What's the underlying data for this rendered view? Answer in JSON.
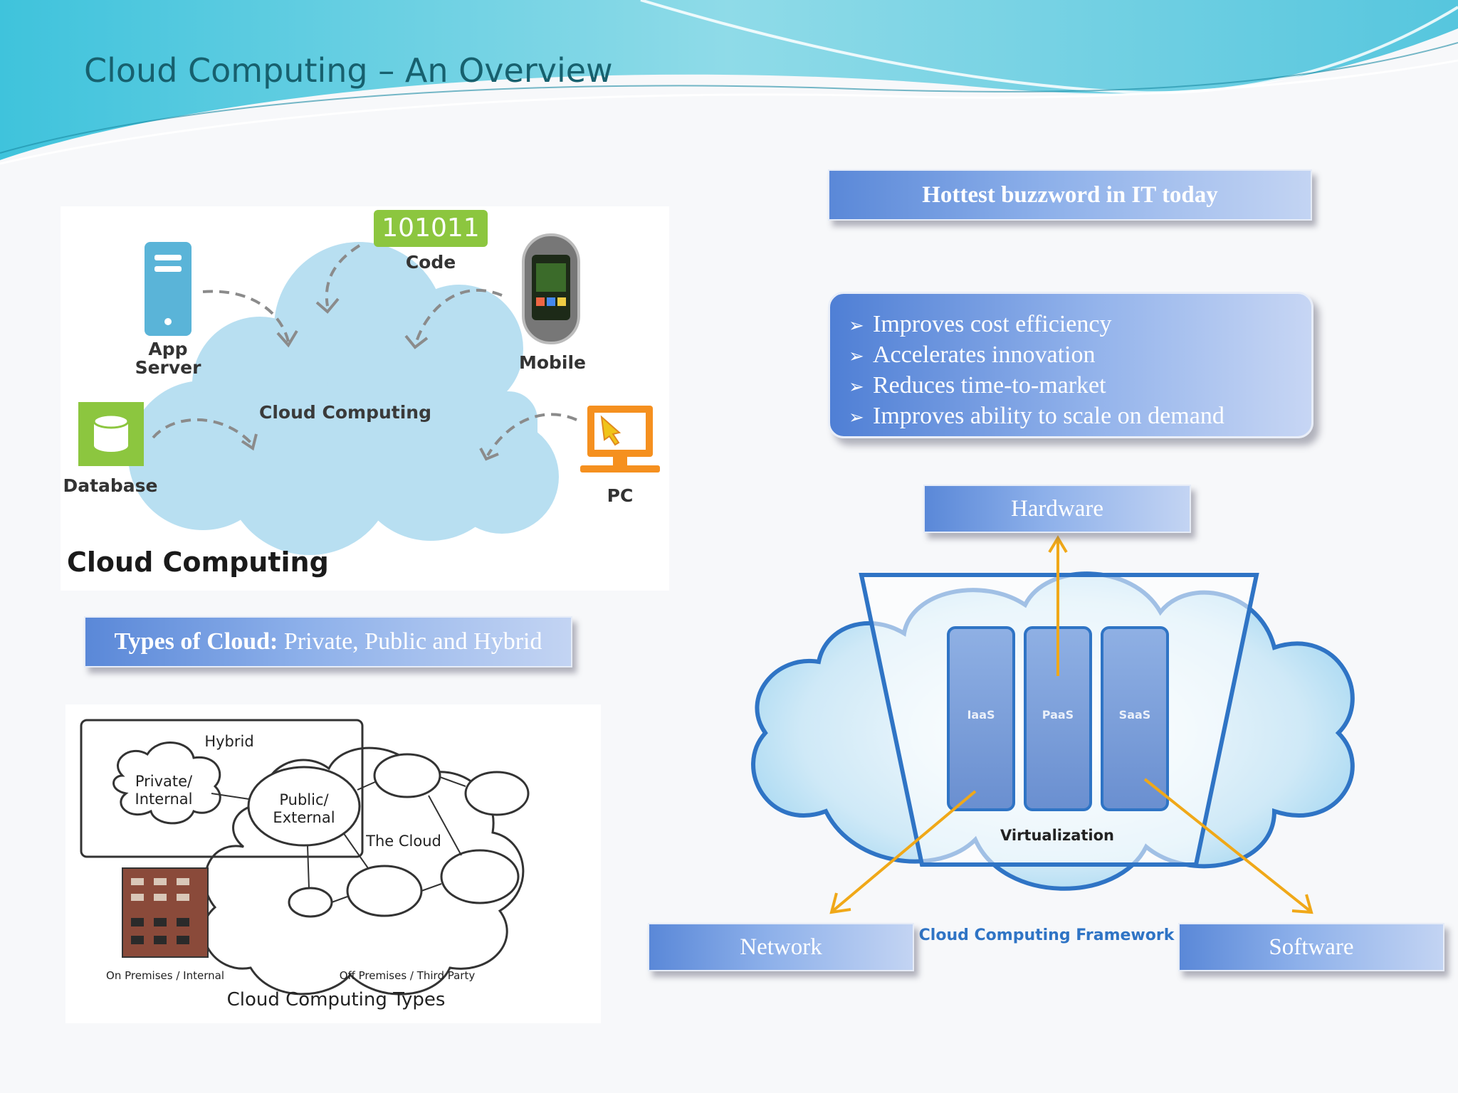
{
  "slide": {
    "title": "Cloud Computing – An Overview",
    "buzzword": "Hottest buzzword in IT today",
    "bullets": [
      "Improves cost efficiency",
      "Accelerates innovation",
      "Reduces time-to-market",
      "Improves ability to scale on demand"
    ],
    "types_bold": "Types of Cloud:",
    "types_rest": " Private, Public and Hybrid"
  },
  "cc_diagram": {
    "code_value": "101011",
    "code": "Code",
    "app_server": "App\nServer",
    "mobile": "Mobile",
    "database": "Database",
    "pc": "PC",
    "cloud": "Cloud Computing",
    "caption": "Cloud Computing"
  },
  "types_diagram": {
    "hybrid": "Hybrid",
    "private": "Private/\nInternal",
    "public": "Public/\nExternal",
    "the_cloud": "The Cloud",
    "on_premises": "On Premises / Internal",
    "off_premises": "Off Premises / Third Party",
    "caption": "Cloud Computing Types"
  },
  "framework": {
    "hardware": "Hardware",
    "network": "Network",
    "software": "Software",
    "iaas": "IaaS",
    "paas": "PaaS",
    "saas": "SaaS",
    "virtualization": "Virtualization",
    "caption": "Cloud Computing Framework"
  },
  "colors": {
    "title": "#17606e",
    "callout_blue": "#5a88d8",
    "arrow_orange": "#f0a818",
    "code_green": "#8cc63f",
    "server_blue": "#5ab4d8",
    "cloud_fill": "#b7dff0"
  }
}
